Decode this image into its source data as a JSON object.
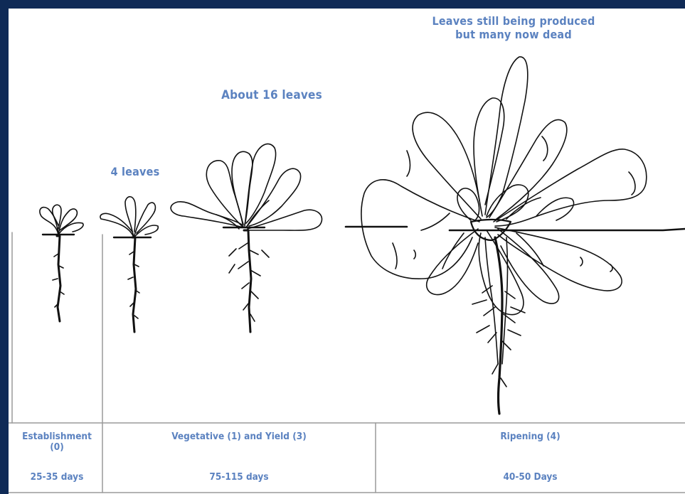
{
  "labels": {
    "seedling_leaves": "4 leaves",
    "vegetative_leaves": "About 16 leaves",
    "ripening_line1": "Leaves still being produced",
    "ripening_line2": "but many now dead"
  },
  "stages": [
    {
      "name_line1": "Establishment",
      "name_line2": "(0)",
      "duration": "25-35 days"
    },
    {
      "name_line1": "Vegetative (1) and Yield (3)",
      "name_line2": "",
      "duration": "75-115 days"
    },
    {
      "name_line1": "Ripening (4)",
      "name_line2": "",
      "duration": "40-50 Days"
    }
  ],
  "colors": {
    "frame": "#0f2a56",
    "label": "#5b82c0",
    "ink": "#111111",
    "rule": "#9a9a9a"
  }
}
